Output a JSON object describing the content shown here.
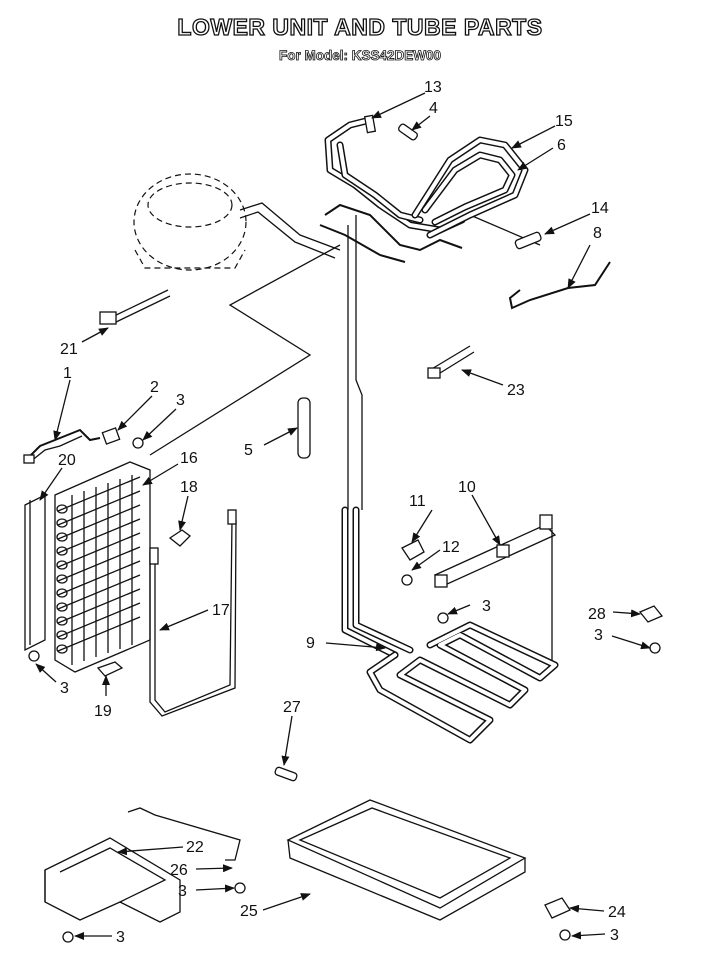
{
  "title": "LOWER UNIT AND TUBE PARTS",
  "subtitle": "For Model: KSS42DEW00",
  "callouts": {
    "c1": "1",
    "c2": "2",
    "c3a": "3",
    "c3b": "3",
    "c3c": "3",
    "c3d": "3",
    "c3e": "3",
    "c3f": "3",
    "c4": "4",
    "c5": "5",
    "c6": "6",
    "c8": "8",
    "c9": "9",
    "c10": "10",
    "c11": "11",
    "c12": "12",
    "c13": "13",
    "c14": "14",
    "c15": "15",
    "c16": "16",
    "c17": "17",
    "c18": "18",
    "c19": "19",
    "c20": "20",
    "c21": "21",
    "c22": "22",
    "c23": "23",
    "c24": "24",
    "c25": "25",
    "c26": "26",
    "c27": "27",
    "c28": "28"
  }
}
